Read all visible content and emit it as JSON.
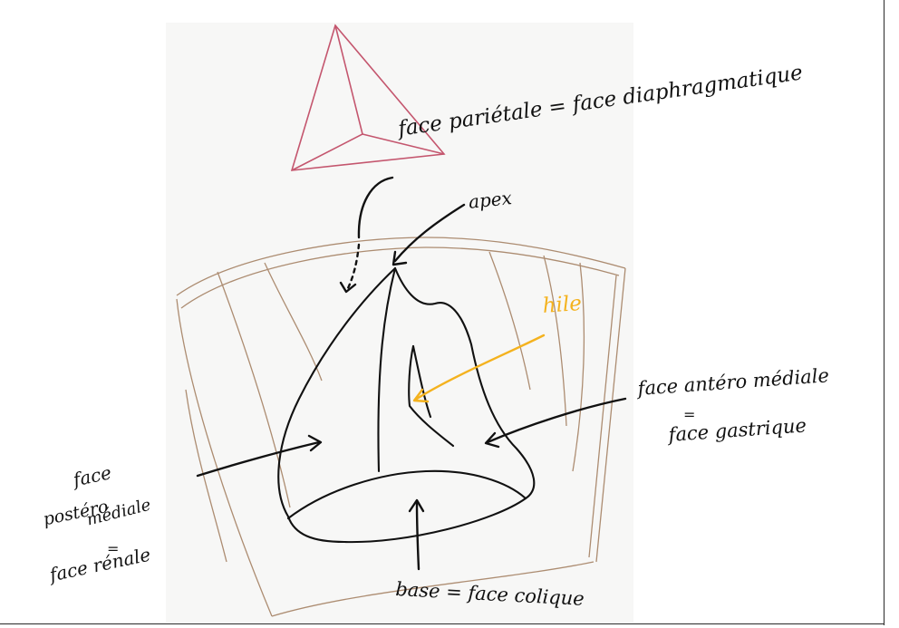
{
  "labels": {
    "face_parietale": "face pariétale = face diaphragmatique",
    "apex": "apex",
    "hile": "hile",
    "face_antero_mediale": "face antéro médiale",
    "equals_1": "=",
    "face_gastrique": "face gastrique",
    "base": "base = face colique",
    "face_postero_1": "face",
    "face_postero_2": "postéro",
    "face_postero_3": "médiale",
    "equals_2": "=",
    "face_renale": "face rénale"
  },
  "colors": {
    "ink": "#111111",
    "hile_accent": "#f4b21e",
    "tetrahedron": "#c4566e",
    "peritoneum_sketch": "#a07a5a",
    "paper": "#f7f7f6"
  }
}
